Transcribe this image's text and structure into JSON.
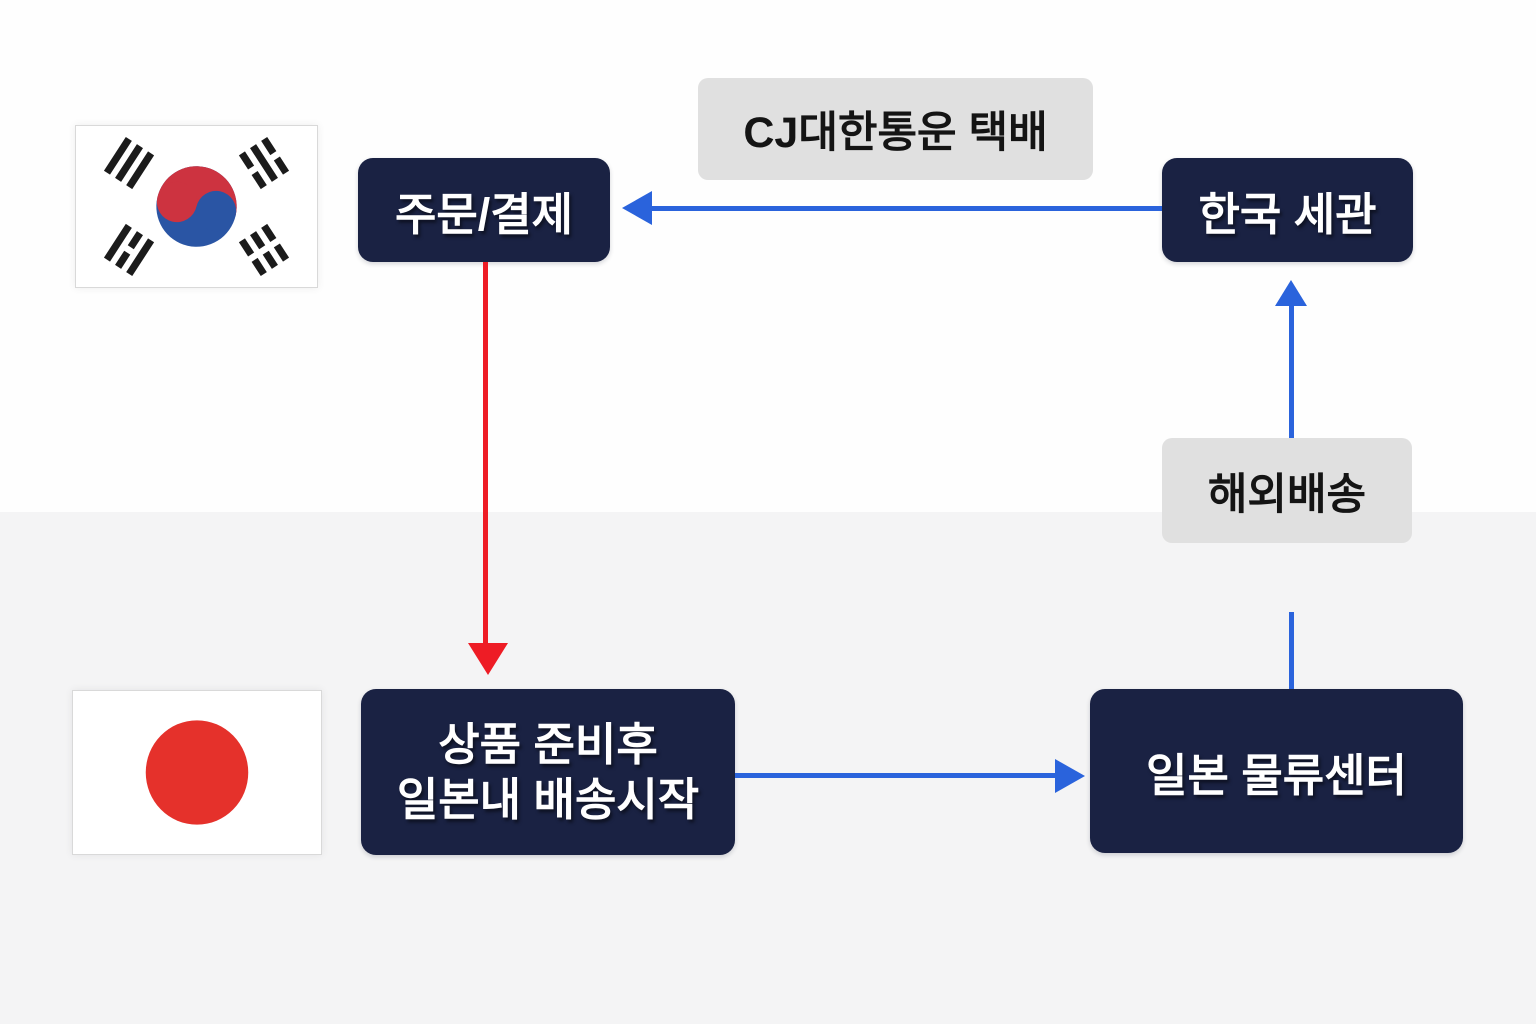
{
  "nodes": {
    "order": {
      "label": "주문/결제"
    },
    "prepare": {
      "lines": [
        "상품 준비후",
        "일본내 배송시작"
      ]
    },
    "warehouse": {
      "label": "일본 물류센터"
    },
    "customs": {
      "label": "한국 세관"
    }
  },
  "edge_labels": {
    "courier": "CJ대한통운 택배",
    "overseas": "해외배송"
  },
  "icons": {
    "korea_flag": "south-korea-flag",
    "japan_flag": "japan-flag"
  },
  "flow": [
    "주문/결제 → 상품 준비후 일본내 배송시작",
    "상품 준비후 일본내 배송시작 → 일본 물류센터",
    "일본 물류센터 → 한국 세관 (해외배송)",
    "한국 세관 → 주문/결제 (CJ대한통운 택배)"
  ],
  "colors": {
    "navy": "#1a2243",
    "blue": "#2a63dc",
    "red": "#ee1c25",
    "label-bg": "#e0e0e0",
    "label-ink": "#141414",
    "bg-top": "#fefefe",
    "bg-bottom": "#f4f4f5",
    "kr-red": "#cd3340",
    "kr-blue": "#2a55a4",
    "jp-red": "#e5312b"
  }
}
